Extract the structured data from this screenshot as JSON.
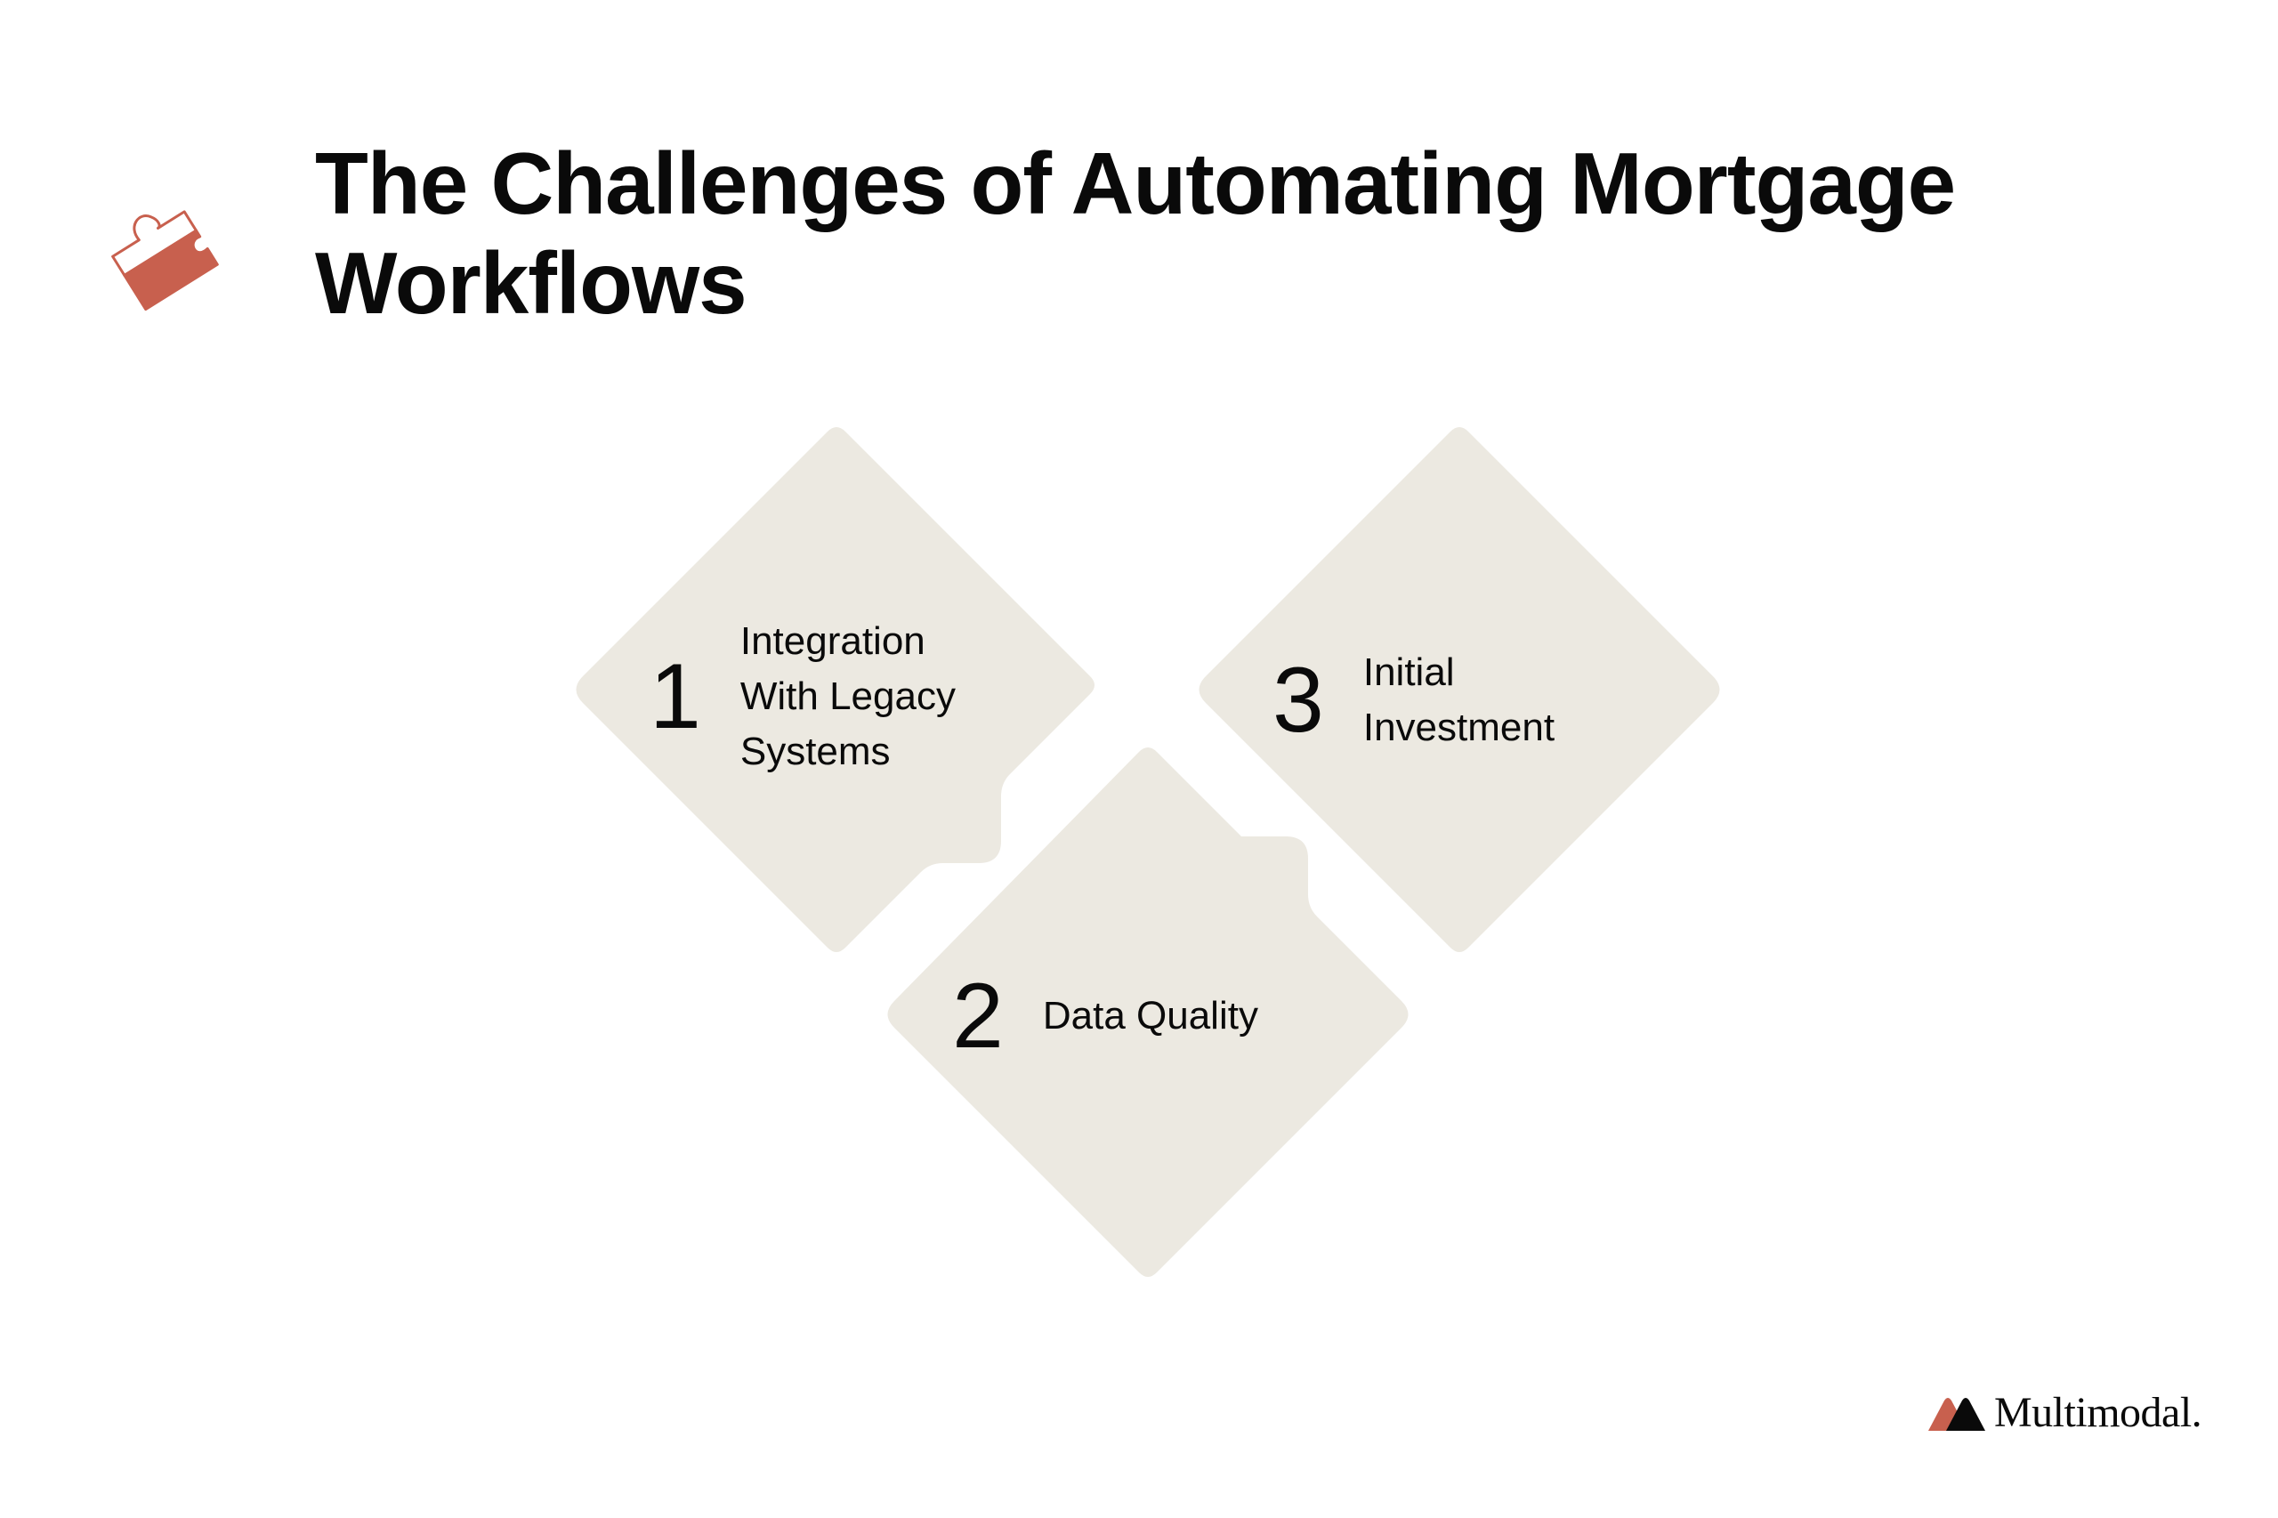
{
  "title": "The Challenges of Automating Mortgage Workflows",
  "colors": {
    "card_fill": "#ECE9E1",
    "accent": "#C8604E",
    "text": "#0A0A0A"
  },
  "icons": {
    "title_icon": "puzzle-piece-icon",
    "brand_icon": "multimodal-logo-icon"
  },
  "challenges": [
    {
      "number": "1",
      "label": "Integration\nWith Legacy\nSystems"
    },
    {
      "number": "2",
      "label": "Data Quality"
    },
    {
      "number": "3",
      "label": "Initial\nInvestment"
    }
  ],
  "brand": {
    "name": "Multimodal."
  }
}
